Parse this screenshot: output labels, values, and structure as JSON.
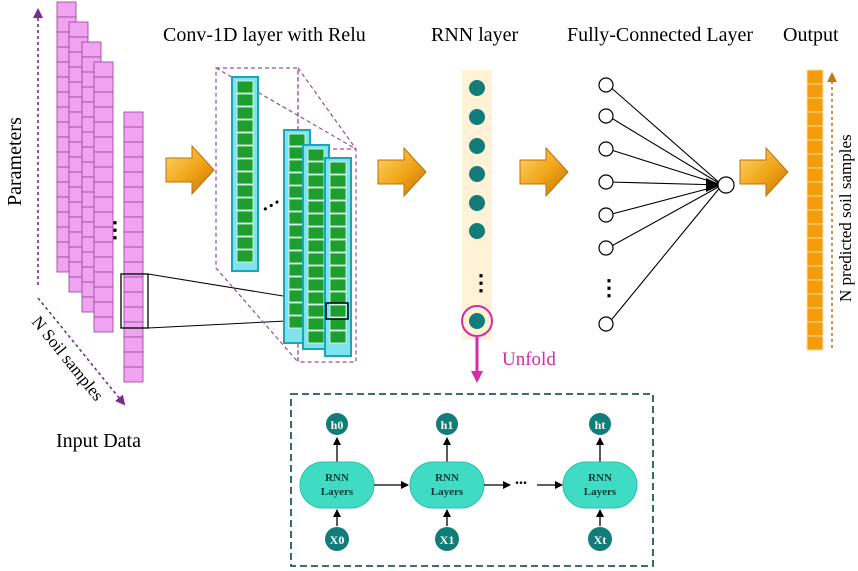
{
  "labels": {
    "parameters": "Parameters",
    "n_soil_samples": "N Soil samples",
    "input_data": "Input Data",
    "conv_title": "Conv-1D layer with Relu",
    "rnn_title": "RNN layer",
    "fc_title": "Fully-Connected Layer",
    "output_title": "Output",
    "n_predicted": "N predicted soil samples",
    "unfold": "Unfold"
  },
  "unfold_panel": {
    "cells": [
      {
        "block_line1": "RNN",
        "block_line2": "Layers",
        "h": "h0",
        "x": "X0"
      },
      {
        "block_line1": "RNN",
        "block_line2": "Layers",
        "h": "h1",
        "x": "X1"
      },
      {
        "block_line1": "RNN",
        "block_line2": "Layers",
        "h": "ht",
        "x": "Xt"
      }
    ],
    "ellipsis": "..."
  },
  "colors": {
    "input_cell": "#f0a3f0",
    "input_border": "#a04da0",
    "conv_cell": "#1e9e2e",
    "conv_frame": "#1aa6b7",
    "conv_dashed": "#9a4d9a",
    "rnn_column": "#fff2d6",
    "rnn_node": "#127c78",
    "rnn_block": "#3fdbc2",
    "output_cell": "#f39c0c",
    "output_arrow": "#c8761a",
    "unfold": "#d62aa6",
    "panel_border": "#1e5e50",
    "arrow_gold": "#f0a417",
    "axis_purple": "#7a2c8a"
  }
}
